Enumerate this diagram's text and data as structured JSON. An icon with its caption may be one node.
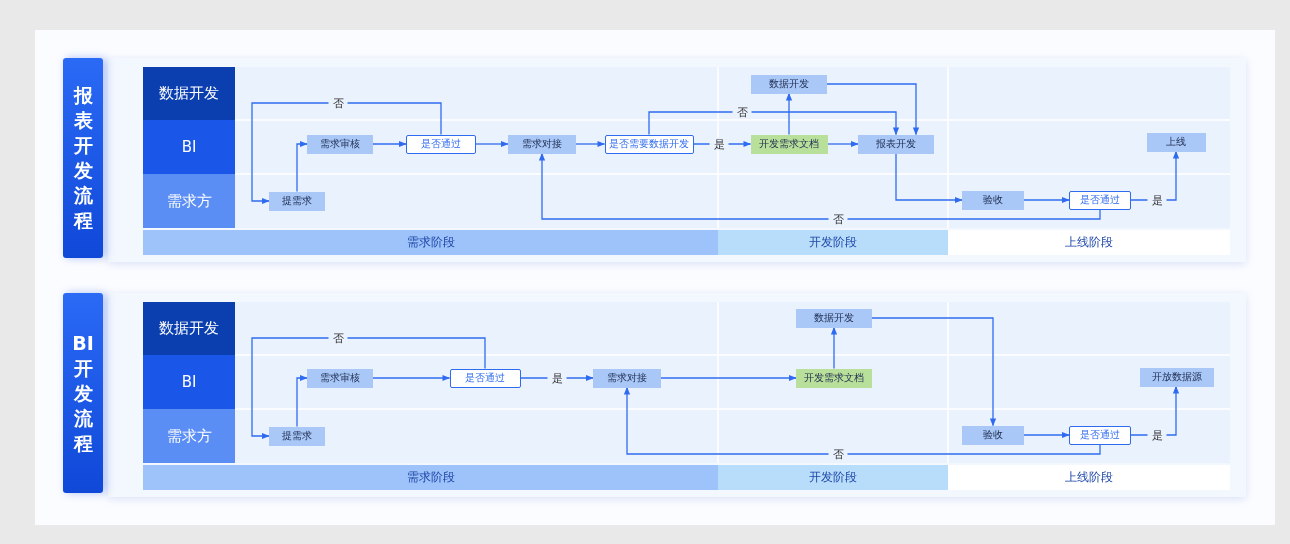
{
  "diagram": {
    "nodes": [
      {
        "text": [
          "报表开发流程"
        ]
      },
      {
        "text": [
          "数据开发"
        ]
      },
      {
        "text": [
          "BI"
        ]
      },
      {
        "text": [
          "需求方"
        ]
      },
      {
        "text": [
          "需求阶段"
        ]
      },
      {
        "text": [
          "开发阶段"
        ]
      },
      {
        "text": [
          "上线阶段"
        ]
      },
      {
        "text": [
          "提需求"
        ]
      },
      {
        "text": [
          "需求审核"
        ]
      },
      {
        "text": [
          "是否通过"
        ]
      },
      {
        "text": [
          "需求对接"
        ]
      },
      {
        "text": [
          "是否需要数据开发"
        ]
      },
      {
        "text": [
          "数据开发"
        ]
      },
      {
        "text": [
          "开发需求文档"
        ]
      },
      {
        "text": [
          "报表开发"
        ]
      },
      {
        "text": [
          "上线"
        ]
      },
      {
        "text": [
          "验收"
        ]
      },
      {
        "text": [
          "是否通过"
        ]
      },
      {
        "text": [
          "BI开发流程"
        ]
      },
      {
        "text": [
          "数据开发"
        ]
      },
      {
        "text": [
          "BI"
        ]
      },
      {
        "text": [
          "需求方"
        ]
      },
      {
        "text": [
          "需求阶段"
        ]
      },
      {
        "text": [
          "开发阶段"
        ]
      },
      {
        "text": [
          "上线阶段"
        ]
      },
      {
        "text": [
          "提需求"
        ]
      },
      {
        "text": [
          "需求审核"
        ]
      },
      {
        "text": [
          "是否通过"
        ]
      },
      {
        "text": [
          "需求对接"
        ]
      },
      {
        "text": [
          "数据开发"
        ]
      },
      {
        "text": [
          "开发需求文档"
        ]
      },
      {
        "text": [
          "开放数据源"
        ]
      },
      {
        "text": [
          "验收"
        ]
      },
      {
        "text": [
          "是否通过"
        ]
      }
    ],
    "edges": [
      {
        "from": 7,
        "to": 8,
        "arrow": "to"
      },
      {
        "from": 8,
        "to": 9,
        "arrow": "to"
      },
      {
        "from": 9,
        "to": 7,
        "arrow": "to",
        "label": "否"
      },
      {
        "from": 9,
        "to": 10,
        "arrow": "to"
      },
      {
        "from": 10,
        "to": 11,
        "arrow": "to"
      },
      {
        "from": 11,
        "to": 13,
        "arrow": "to",
        "label": "是"
      },
      {
        "from": 11,
        "to": 14,
        "arrow": "to",
        "label": "否"
      },
      {
        "from": 13,
        "to": 12,
        "arrow": "to"
      },
      {
        "from": 12,
        "to": 14,
        "arrow": "to"
      },
      {
        "from": 13,
        "to": 14,
        "arrow": "to"
      },
      {
        "from": 14,
        "to": 16,
        "arrow": "to"
      },
      {
        "from": 16,
        "to": 17,
        "arrow": "to"
      },
      {
        "from": 17,
        "to": 15,
        "arrow": "to",
        "label": "是"
      },
      {
        "from": 17,
        "to": 10,
        "arrow": "to",
        "label": "否"
      },
      {
        "from": 25,
        "to": 26,
        "arrow": "to"
      },
      {
        "from": 26,
        "to": 27,
        "arrow": "to"
      },
      {
        "from": 27,
        "to": 25,
        "arrow": "to",
        "label": "否"
      },
      {
        "from": 27,
        "to": 28,
        "arrow": "to",
        "label": "是"
      },
      {
        "from": 28,
        "to": 30,
        "arrow": "to"
      },
      {
        "from": 30,
        "to": 29,
        "arrow": "to"
      },
      {
        "from": 29,
        "to": 32,
        "arrow": "to"
      },
      {
        "from": 32,
        "to": 33,
        "arrow": "to"
      },
      {
        "from": 33,
        "to": 31,
        "arrow": "to",
        "label": "是"
      },
      {
        "from": 33,
        "to": 28,
        "arrow": "to",
        "label": "否"
      }
    ]
  }
}
